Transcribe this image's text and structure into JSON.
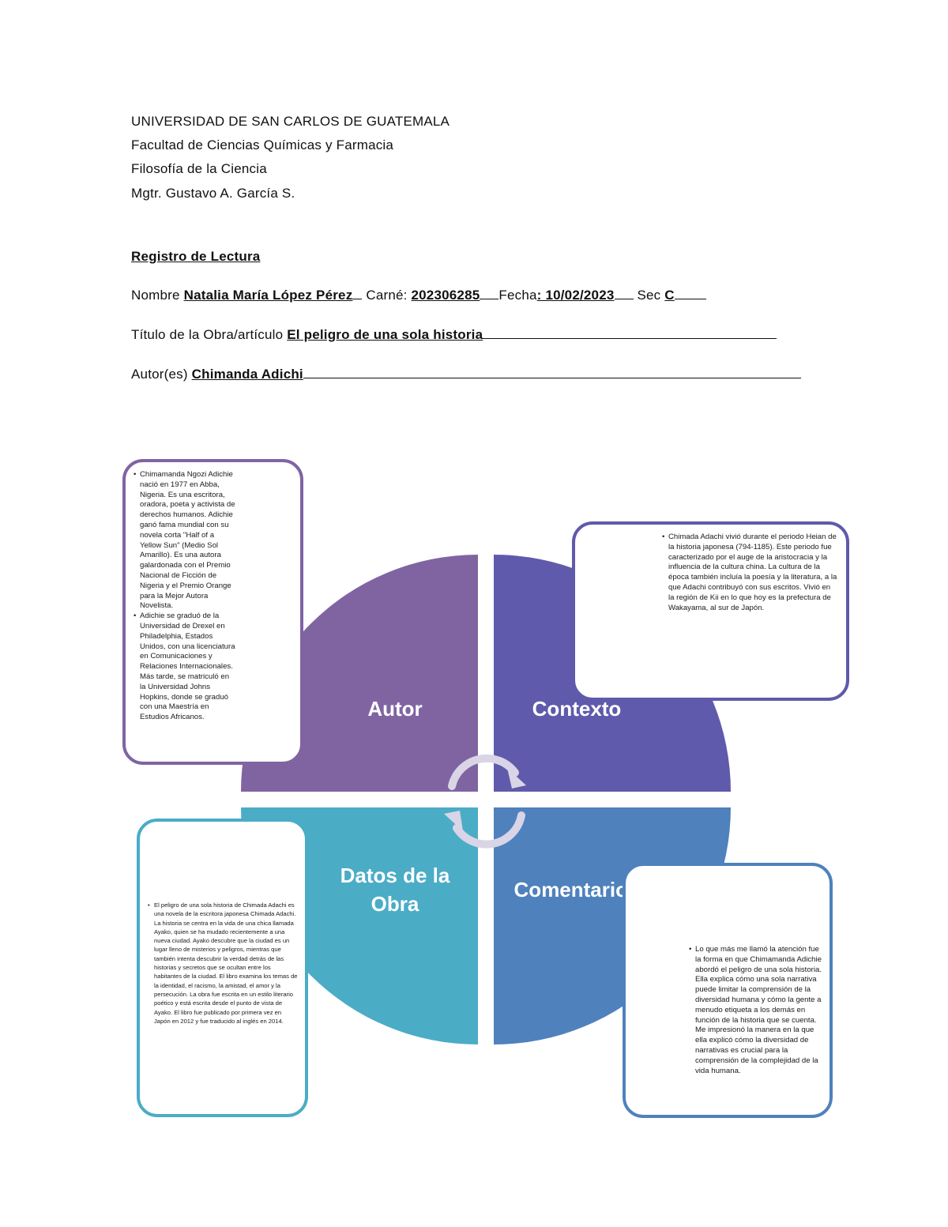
{
  "header": {
    "university": "UNIVERSIDAD DE SAN CARLOS DE GUATEMALA",
    "faculty": "Facultad de Ciencias Químicas y Farmacia",
    "course": "Filosofía de la Ciencia",
    "teacher": "Mgtr. Gustavo A. García S."
  },
  "doc_title": "Registro de Lectura",
  "fields": {
    "nombre_label": "Nombre ",
    "nombre_value": "Natalia María López Pérez",
    "carne_label": "Carné: ",
    "carne_value": "202306285",
    "fecha_label": "Fecha",
    "fecha_value": ": 10/02/2023",
    "sec_label": "Sec ",
    "sec_value": "C",
    "titulo_label": "Título de la Obra/artículo ",
    "titulo_value": "El peligro de una sola historia",
    "autor_label": "Autor(es) ",
    "autor_value": "Chimanda Adichi"
  },
  "diagram": {
    "quadrants": {
      "autor": "Autor",
      "contexto": "Contexto",
      "datos_line1": "Datos de la",
      "datos_line2": "Obra",
      "comentarios": "Comentarios"
    },
    "colors": {
      "autor": "#8064a2",
      "contexto": "#5f5aab",
      "datos": "#4bacc6",
      "comentarios": "#4f81bd"
    }
  },
  "notes": {
    "autor": [
      "Chimamanda Ngozi Adichie nació en 1977 en Abba, Nigeria. Es una escritora, oradora, poeta y activista de derechos humanos. Adichie ganó fama mundial con su novela corta \"Half of a Yellow Sun\" (Medio Sol Amarillo). Es una autora galardonada con el Premio Nacional de Ficción de Nigeria y el Premio Orange para la Mejor Autora Novelista.",
      "Adichie se graduó de la Universidad de Drexel en Philadelphia, Estados Unidos, con una licenciatura en Comunicaciones y Relaciones Internacionales. Más tarde, se matriculó en la Universidad Johns Hopkins, donde se graduó con una Maestría en Estudios Africanos."
    ],
    "contexto": [
      "Chimada Adachi vivió durante el periodo Heian de la historia japonesa (794-1185). Este periodo fue caracterizado por el auge de la aristocracia y la influencia de la cultura china. La cultura de la época también incluía la poesía y la literatura, a la que Adachi contribuyó con sus escritos. Vivió en la región de Kii en lo que hoy es la prefectura de Wakayama, al sur de Japón."
    ],
    "datos": [
      "El peligro de una sola historia de Chimada Adachi es una novela de la escritora japonesa Chimada Adachi. La historia se centra en la vida de una chica llamada Ayako, quien se ha mudado recientemente a una nueva ciudad. Ayako descubre que la ciudad es un lugar lleno de misterios y peligros, mientras que también intenta descubrir la verdad detrás de las historias y secretos que se ocultan entre los habitantes de la ciudad. El libro examina los temas de la identidad, el racismo, la amistad, el amor y la persecución. La obra fue escrita en un estilo literario poético y está escrita desde el punto de vista de Ayako. El libro fue publicado por primera vez en Japón en 2012 y fue traducido al inglés en 2014."
    ],
    "comentarios": [
      "Lo que más me llamó la atención fue la forma en que Chimamanda Adichie abordó el peligro de una sola historia. Ella explica cómo una sola narrativa puede limitar la comprensión de la diversidad humana y cómo la gente a menudo etiqueta a los demás en función de la historia que se cuenta. Me impresionó la manera en la que ella explicó cómo la diversidad de narrativas es crucial para la comprensión de la complejidad de la vida humana."
    ]
  }
}
